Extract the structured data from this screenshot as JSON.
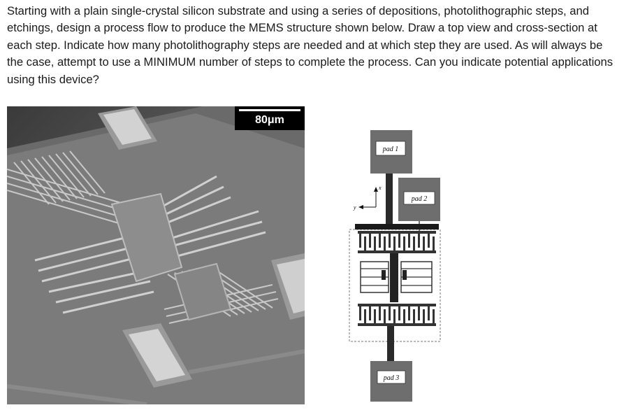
{
  "question": {
    "text": "Starting with a plain single-crystal silicon substrate and using a series of depositions, photolithographic steps, and etchings, design a process flow to produce the MEMS structure shown below. Draw a top view and cross-section at each step. Indicate how many photolithography steps are needed and at which step they are used. As will always be the case, attempt to use a MINIMUM number of steps to complete the process. Can you indicate potential applications using this device?"
  },
  "sem_image": {
    "scale_label": "80μm"
  },
  "schematic": {
    "pads": [
      "pad 1",
      "pad 2",
      "pad 3"
    ],
    "axes": {
      "x": "x",
      "y": "y"
    }
  }
}
